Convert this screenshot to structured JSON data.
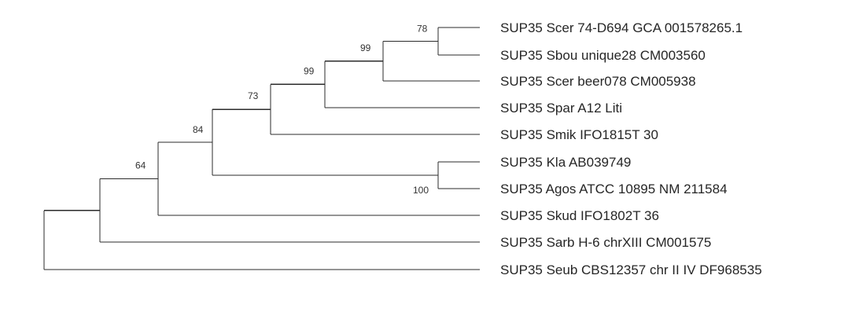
{
  "tree": {
    "taxa": [
      "SUP35 Scer 74-D694 GCA 001578265.1",
      "SUP35 Sbou unique28 CM003560",
      "SUP35 Scer beer078 CM005938",
      "SUP35 Spar A12 Liti",
      "SUP35 Smik IFO1815T 30",
      "SUP35 Kla AB039749",
      "SUP35 Agos ATCC 10895 NM 211584",
      "SUP35 Skud IFO1802T 36",
      "SUP35 Sarb H-6 chrXIII CM001575",
      "SUP35 Seub CBS12357 chr II IV DF968535"
    ],
    "bootstrap": {
      "scer_sbou": "78",
      "scer_group": "99",
      "with_spar": "99",
      "with_smik": "73",
      "with_kla_agos": "84",
      "kla_agos": "100",
      "with_sarb": "64"
    },
    "branch_color": "#2b2b2b",
    "label_color": "#262626"
  }
}
